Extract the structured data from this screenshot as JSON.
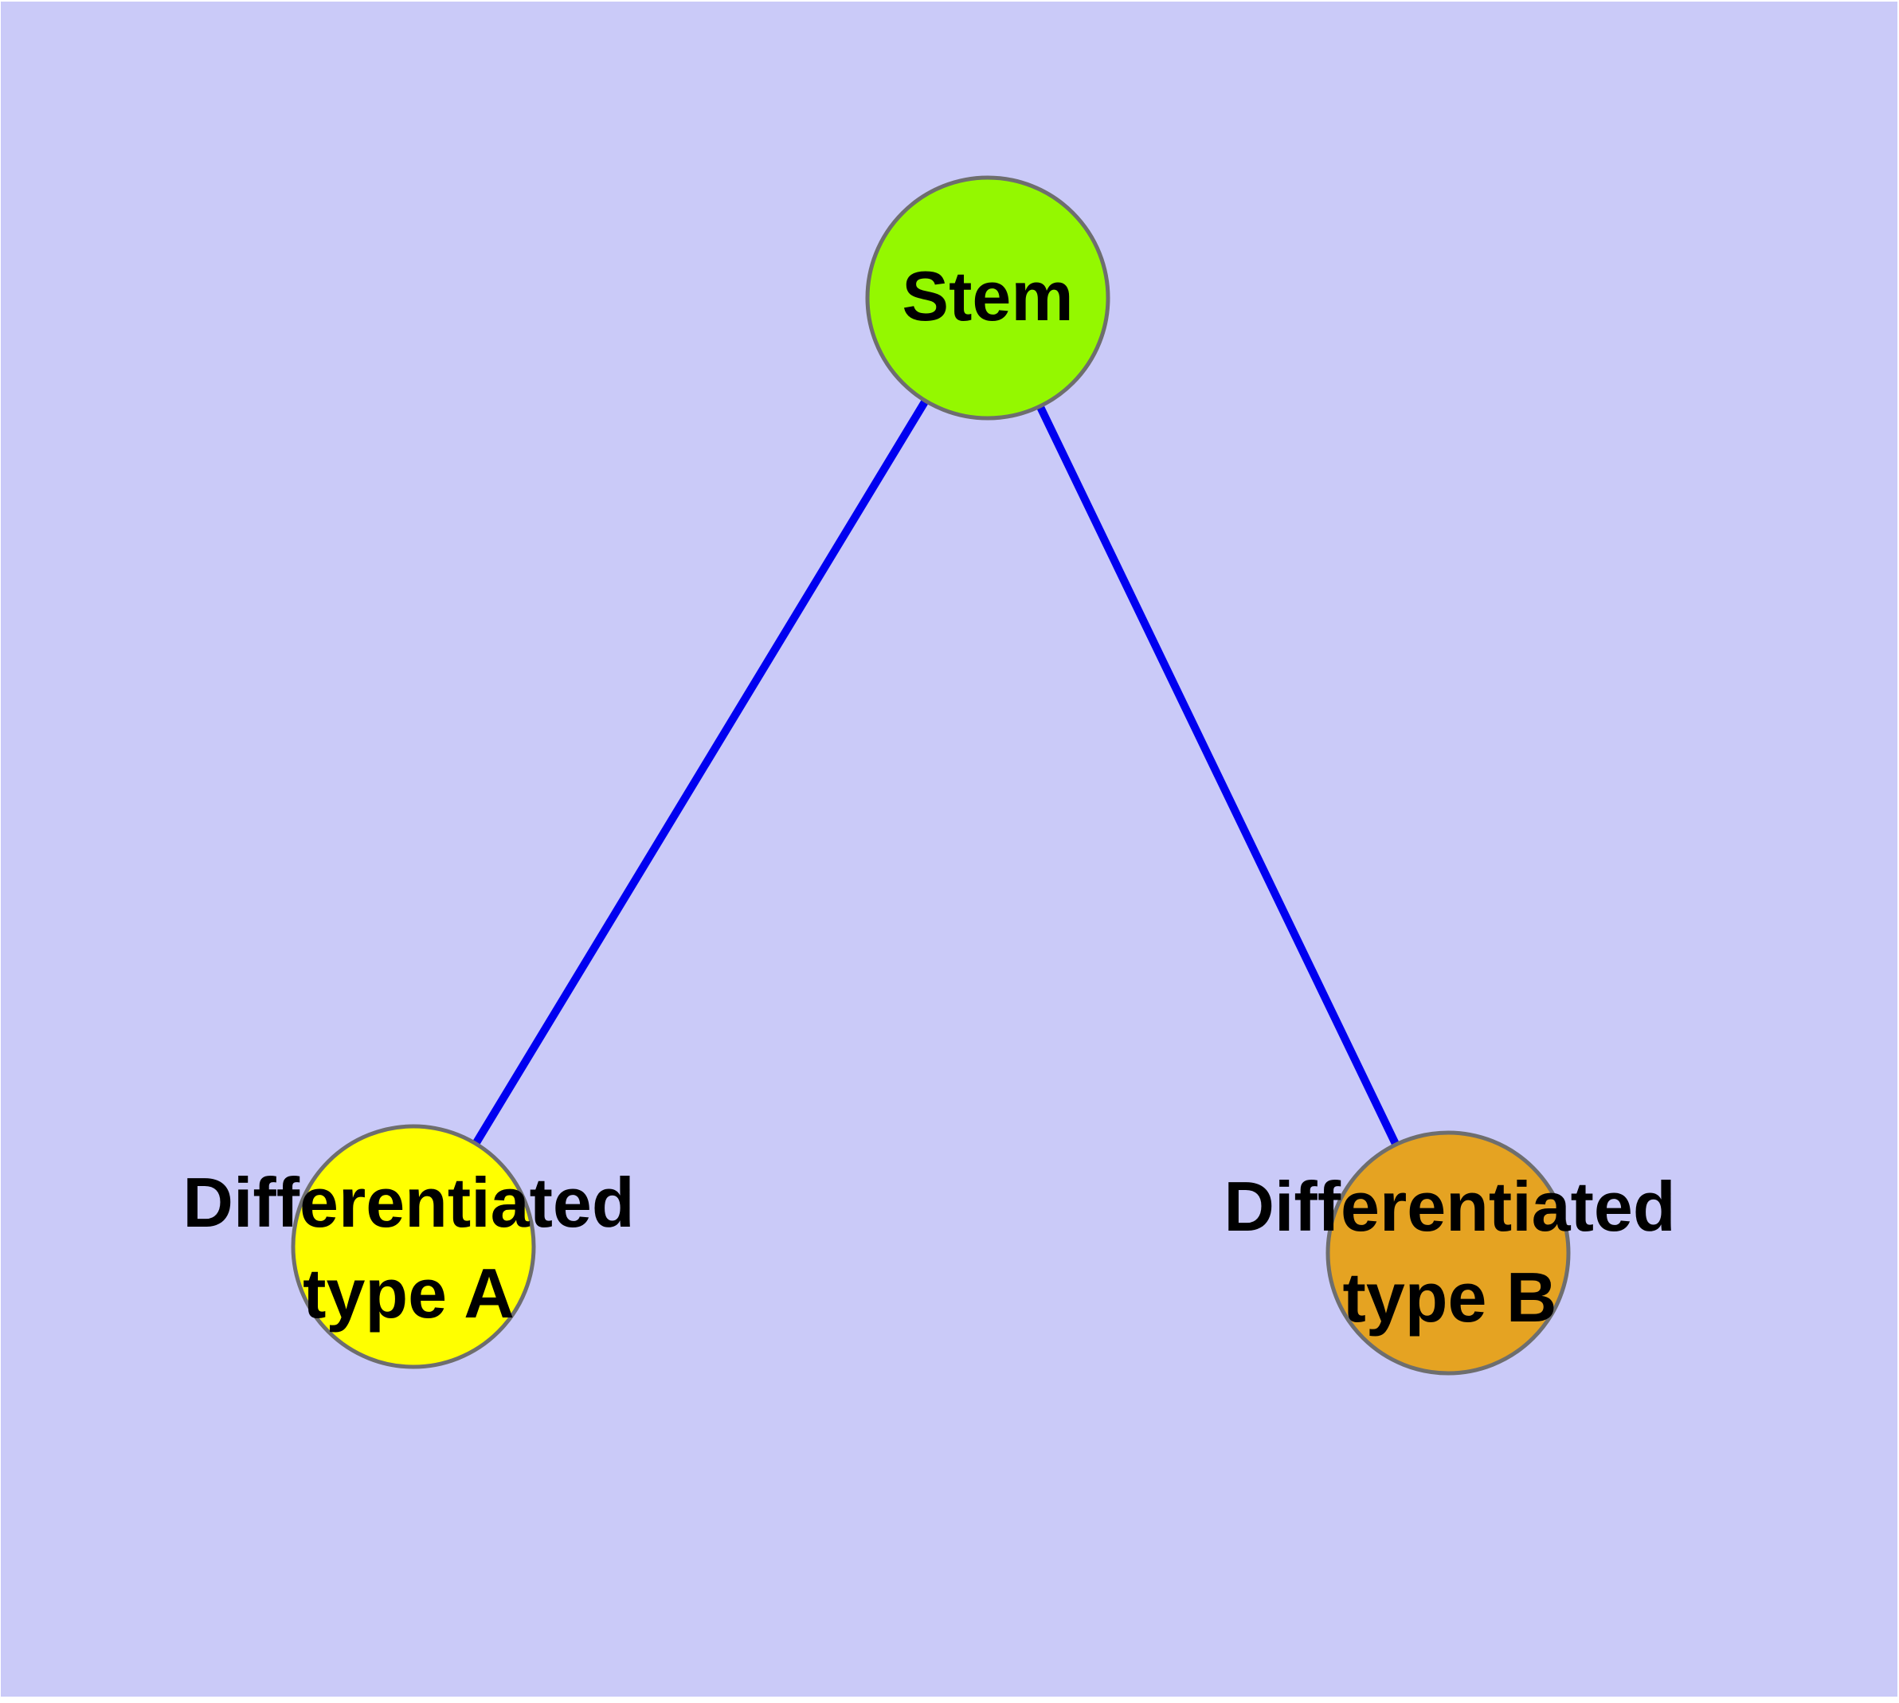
{
  "diagram": {
    "background_color": "#cacaf8",
    "edge_color": "#0000f0",
    "node_border_color": "#6e6e6e",
    "text_color": "#000000",
    "nodes": [
      {
        "id": "stem",
        "label": [
          "Stem"
        ],
        "color": "#94f800"
      },
      {
        "id": "differentiated-type-a",
        "label": [
          "Differentiated",
          "type A"
        ],
        "color": "#ffff00"
      },
      {
        "id": "differentiated-type-b",
        "label": [
          "Differentiated",
          "type B"
        ],
        "color": "#e5a322"
      }
    ],
    "edges": [
      {
        "from": "Stem",
        "to": "Differentiated type A"
      },
      {
        "from": "Stem",
        "to": "Differentiated type B"
      }
    ]
  }
}
